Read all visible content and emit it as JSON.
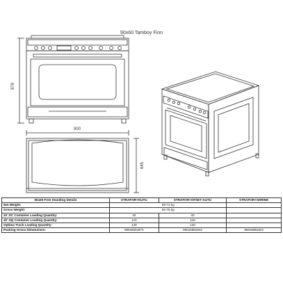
{
  "product_title": "90x60 Tamboy Finn",
  "dimensions": {
    "height": "878",
    "width": "900",
    "depth": "645"
  },
  "table": {
    "headers": [
      "90x60 Free Standing Details",
      "STRAFOR+KUTU",
      "STRAFOR+OFSET KUTU",
      "STRAFOR+SHRINK"
    ],
    "rows": [
      {
        "label": "Net Weight:",
        "values": [
          "",
          "59-72 kg",
          ""
        ],
        "span": true
      },
      {
        "label": "Gross Weight:",
        "values": [
          "",
          "62-75 kg",
          ""
        ],
        "span": true
      },
      {
        "label": "20' DC Container Loading Quantity:",
        "values": [
          "40",
          "40",
          ""
        ]
      },
      {
        "label": "40' HQ Container Loading Quantity:",
        "values": [
          "123",
          "118",
          ""
        ]
      },
      {
        "label": "Optima Truck Loading Quantity:",
        "values": [
          "140",
          "140",
          ""
        ]
      },
      {
        "label": "Packing Gross Dimensions:",
        "values": [
          "985x680x872",
          "950x685x842",
          "950x685x842"
        ]
      }
    ]
  }
}
